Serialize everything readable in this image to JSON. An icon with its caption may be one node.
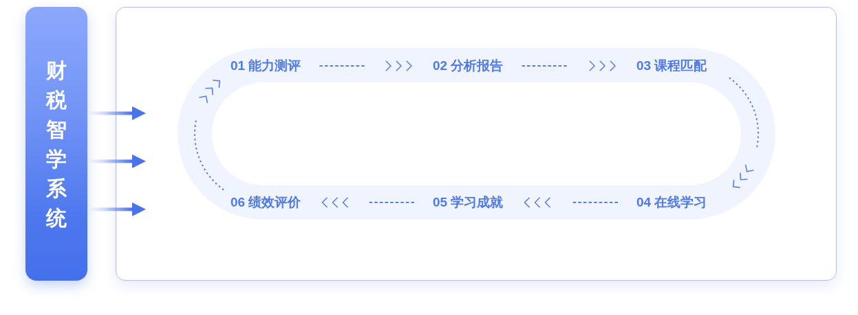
{
  "diagram": {
    "nodes": [
      {
        "text": [
          "财税智学系统"
        ]
      },
      {
        "text": [],
        "shape": "box"
      },
      {
        "text": [],
        "shape": "band",
        "in": 1
      },
      {
        "text": [
          "01 能力测评"
        ],
        "in": 2
      },
      {
        "text": [
          "02 分析报告"
        ],
        "in": 2
      },
      {
        "text": [
          "03 课程匹配"
        ],
        "in": 2
      },
      {
        "text": [
          "04 在线学习"
        ],
        "in": 2
      },
      {
        "text": [
          "05 学习成就"
        ],
        "in": 2
      },
      {
        "text": [
          "06 绩效评价"
        ],
        "in": 2
      }
    ],
    "edges": [
      {
        "from": 0,
        "to": 1,
        "arrow": "to"
      },
      {
        "from": 0,
        "to": 1,
        "arrow": "to"
      },
      {
        "from": 0,
        "to": 1,
        "arrow": "to"
      },
      {
        "from": 3,
        "to": 4,
        "arrow": "to",
        "style": "dashed"
      },
      {
        "from": 4,
        "to": 5,
        "arrow": "to",
        "style": "dashed"
      },
      {
        "from": 5,
        "to": 6,
        "arrow": "to",
        "style": "dashed"
      },
      {
        "from": 6,
        "to": 7,
        "arrow": "to",
        "style": "dashed"
      },
      {
        "from": 7,
        "to": 8,
        "arrow": "to",
        "style": "dashed"
      },
      {
        "from": 8,
        "to": 3,
        "arrow": "to",
        "style": "dashed"
      }
    ]
  }
}
